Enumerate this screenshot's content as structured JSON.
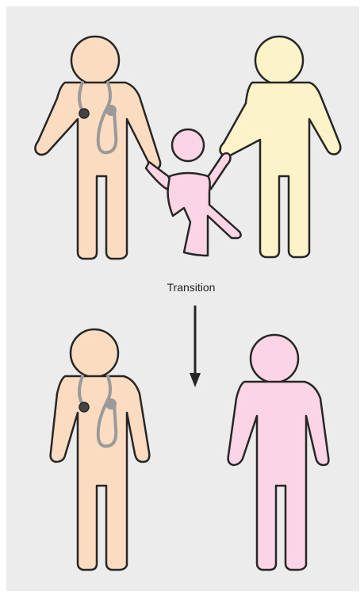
{
  "transition_label": "Transition",
  "colors": {
    "background": "#ececec",
    "doctor_fill": "#fbdcc0",
    "parent_fill": "#fcf3c8",
    "child_fill": "#fbd5e6",
    "young_adult_fill": "#fbd5e6",
    "outline": "#262626",
    "stethoscope": "#9a9a9a",
    "arrow": "#262626"
  },
  "icons": {
    "doctor": "person-with-stethoscope",
    "parent": "person",
    "child": "child-raising-arms",
    "young_adult": "person",
    "arrow": "arrow-down"
  }
}
